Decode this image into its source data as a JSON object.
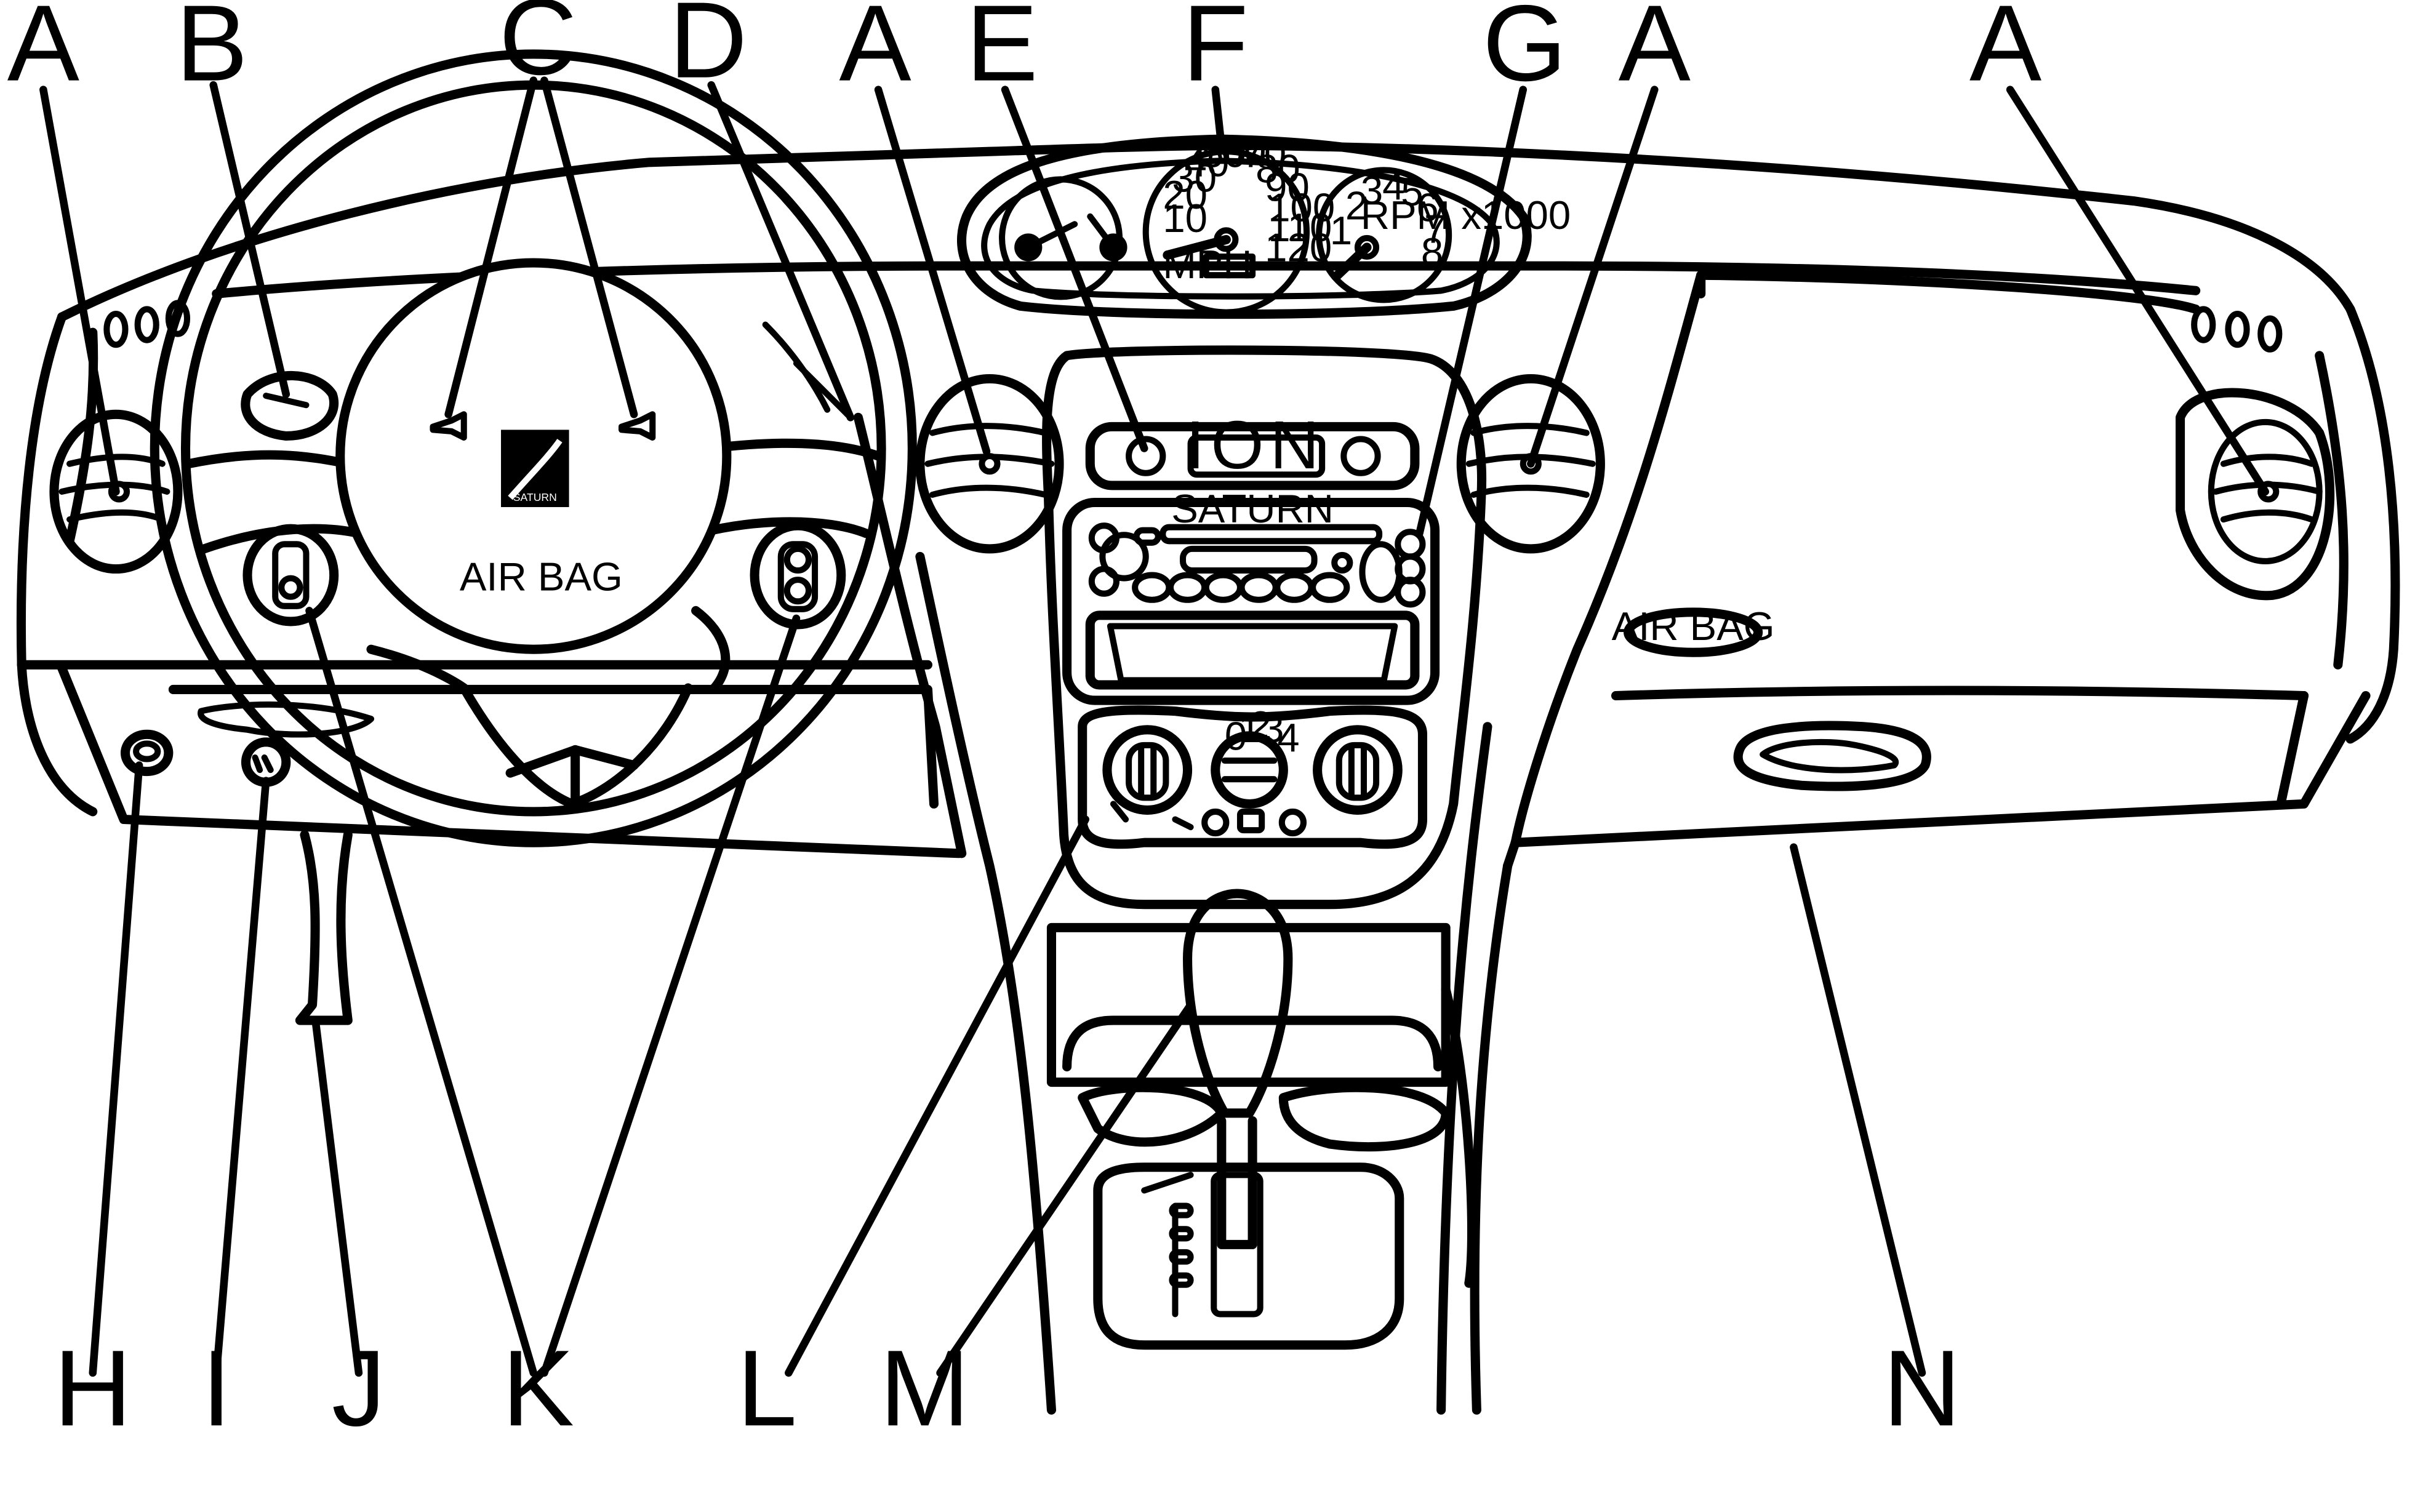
{
  "callouts": {
    "a": "A",
    "b": "B",
    "c": "C",
    "d": "D",
    "e": "E",
    "f": "F",
    "g": "G",
    "h": "H",
    "i": "I",
    "j": "J",
    "k": "K",
    "l": "L",
    "m": "M",
    "n": "N"
  },
  "labels": {
    "steering_airbag": "AIR BAG",
    "passenger_airbag": "AIR BAG",
    "radio_model": "ION",
    "radio_brand": "SATURN",
    "brand_badge": "SATURN",
    "speed_unit": "MPH",
    "tach_unit": "RPM x1000"
  },
  "speedometer_ticks": [
    "10",
    "20",
    "30",
    "40",
    "50",
    "60",
    "70",
    "80",
    "90",
    "100",
    "110",
    "120"
  ],
  "tach_ticks": [
    "1",
    "2",
    "3",
    "4",
    "5",
    "6",
    "7",
    "8"
  ],
  "fan_speeds": [
    "0",
    "1",
    "2",
    "3",
    "4"
  ],
  "icons": [
    "air-vent-icon",
    "horn-icon",
    "saturn-logo-icon",
    "hood-release-icon",
    "fog-lamp-icon",
    "cruise-control-icon",
    "audio-control-icon",
    "defrost-icon",
    "recirculation-icon",
    "gear-shift-icon"
  ]
}
